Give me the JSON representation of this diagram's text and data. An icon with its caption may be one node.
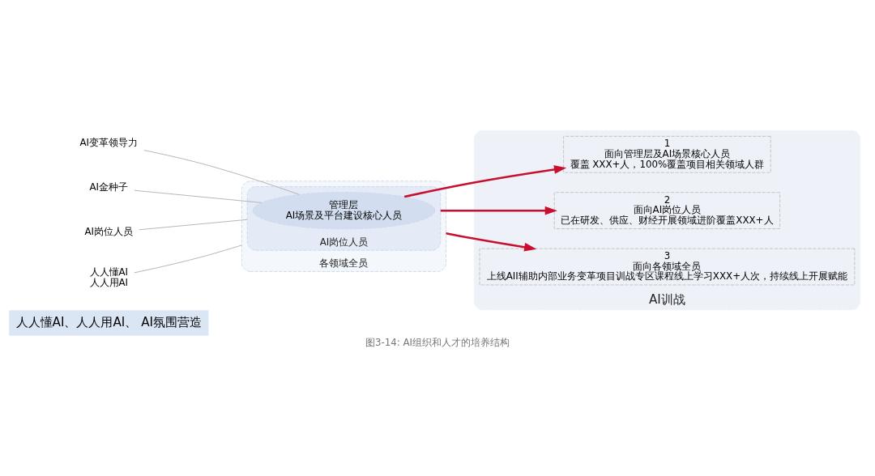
{
  "diagram": {
    "caption": "图3-14: AI组织和人才的培养结构",
    "nodes": [
      {
        "text": [
          "人人懂AI、人人用AI、 AI氛围营造"
        ]
      },
      {
        "text": [
          "各领域全员"
        ]
      },
      {
        "text": [
          "AI岗位人员"
        ],
        "in": 1
      },
      {
        "text": [
          "管理层",
          "AI场景及平台建设核心人员"
        ],
        "in": 2
      },
      {
        "text": [
          "AI变革领导力"
        ]
      },
      {
        "text": [
          "AI金种子"
        ]
      },
      {
        "text": [
          "AI岗位人员"
        ]
      },
      {
        "text": [
          "人人懂AI",
          "人人用AI"
        ]
      },
      {
        "text": [
          "AI训战"
        ]
      },
      {
        "text": [
          "1",
          "面向管理层及AI场景核心人员",
          "覆盖 XXX+人，100%覆盖项目相关领域人群"
        ],
        "in": 8
      },
      {
        "text": [
          "2",
          "面向AI岗位人员",
          "已在研发、供应、财经开展领域进阶覆盖XXX+人"
        ],
        "in": 8
      },
      {
        "text": [
          "3",
          "面向各领域全员",
          "上线AII辅助内部业务变革项目训战专区课程线上学习XXX+人次，持续线上开展赋能"
        ],
        "in": 8
      }
    ],
    "edges": [
      {
        "from": 4,
        "to": 3,
        "arrow": "none"
      },
      {
        "from": 5,
        "to": 3,
        "arrow": "none"
      },
      {
        "from": 6,
        "to": 2,
        "arrow": "none"
      },
      {
        "from": 7,
        "to": 1,
        "arrow": "none"
      },
      {
        "from": 3,
        "to": 9,
        "arrow": "to",
        "style": "thick",
        "color": "#c8102e"
      },
      {
        "from": 2,
        "to": 10,
        "arrow": "to",
        "style": "thick",
        "color": "#c8102e"
      },
      {
        "from": 1,
        "to": 11,
        "arrow": "to",
        "style": "thick",
        "color": "#c8102e"
      }
    ]
  }
}
